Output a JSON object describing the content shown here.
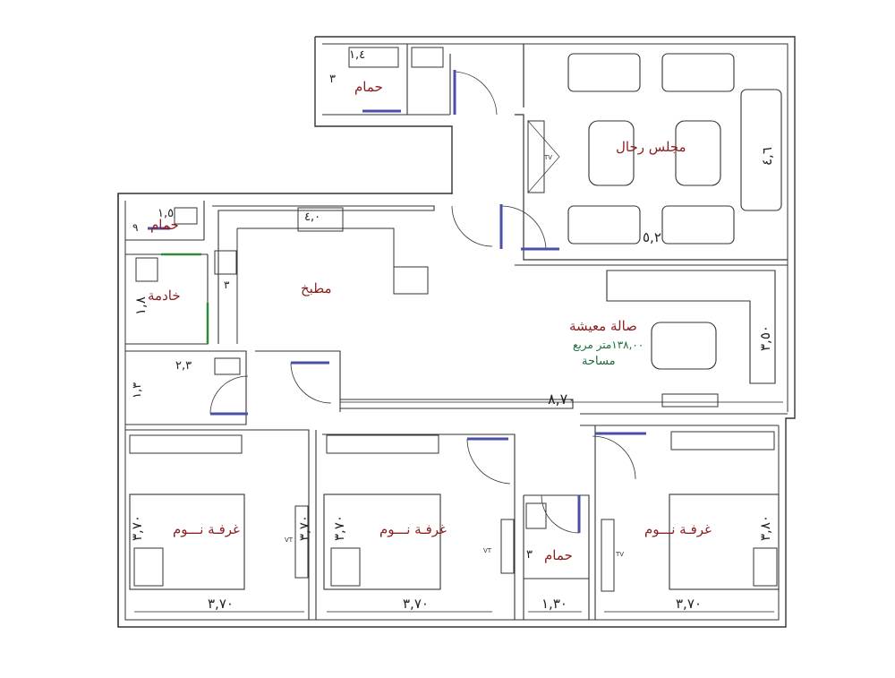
{
  "rooms": {
    "majlis": "مجلس رجال",
    "kitchen": "مطبخ",
    "living": "صالة معيشة",
    "maid": "خادمة",
    "bath_top": "حمام",
    "bath_maid": "حمام",
    "bath_center": "حمام",
    "bed_left": "غرفـة نـــوم",
    "bed_mid": "غرفـة نـــوم",
    "bed_right": "غرفـة نـــوم"
  },
  "area": {
    "value": "١٣٨,٠٠",
    "unit": "متر مربع",
    "label": "مساحة"
  },
  "dimensions": {
    "bath_top_w": "١,٤",
    "bath_top_h": "٣",
    "majlis_w": "٥,٢",
    "majlis_h": "٤,٦",
    "bath_maid_w": "١,٥",
    "bath_maid_h": "٩",
    "kitchen_w": "٤,٠",
    "kitchen_h": "٣",
    "maid_h": "١,٨",
    "wc_w": "٢,٣",
    "wc_h": "١,٣",
    "living_w": "٨,٧٠",
    "living_h": "٣,٥٠",
    "bed_left_w": "٣,٧٠",
    "bed_left_h": "٣,٧٠",
    "bed_left_h2": "٣,٧٠",
    "bed_mid_w": "٣,٧٠",
    "bed_mid_h": "٣,٧٠",
    "bath_center_w": "١,٣٠",
    "bath_center_h": "٣",
    "bed_right_w": "٣,٧٠",
    "bed_right_h": "٣,٨٠"
  },
  "tv_labels": {
    "tv_majlis": "TV",
    "tv_bed_left": "VT",
    "tv_bed_mid": "VT",
    "tv_bed_right": "TV"
  },
  "colors": {
    "wall": "#333333",
    "room_text": "#8a1e1e",
    "area_text": "#1d6b3a",
    "door_swing": "#4a4fa8",
    "opening": "#2f8a3a"
  }
}
